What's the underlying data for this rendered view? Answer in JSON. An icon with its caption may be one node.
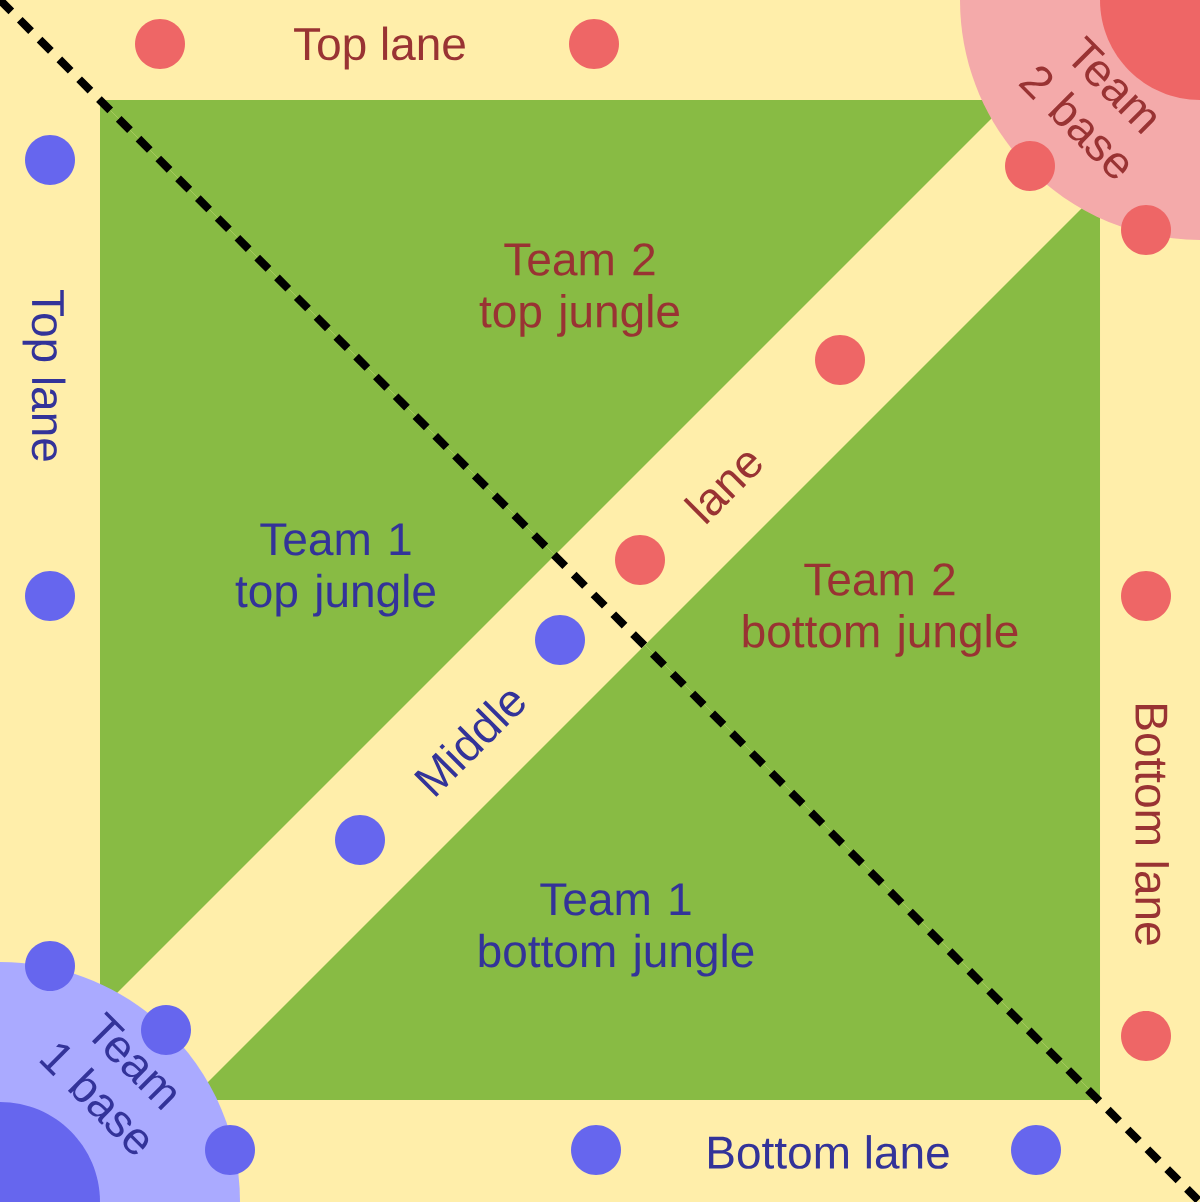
{
  "diagram": {
    "nodes": [
      {
        "text": [
          "Team 2 base"
        ]
      },
      {
        "text": [
          "Team 2 top jungle"
        ]
      },
      {
        "text": [
          "Team 1 top jungle"
        ]
      },
      {
        "text": [
          "Team 2 bottom jungle"
        ]
      },
      {
        "text": [
          "Team 1 bottom jungle"
        ]
      },
      {
        "text": [
          "Team 1 base"
        ]
      }
    ],
    "labels": [
      "Top lane",
      "Top lane",
      "lane",
      "Middle",
      "Bottom lane",
      "Bottom lane"
    ]
  }
}
